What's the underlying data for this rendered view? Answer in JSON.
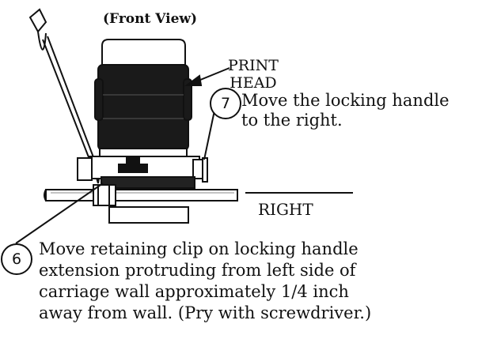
{
  "view_label": "(Front View)",
  "print_head_label": "PRINT\nHEAD",
  "print_head_line1": "PRINT",
  "print_head_line2": "HEAD",
  "step7": {
    "number": "7",
    "text_line1": "Move the locking handle",
    "text_line2": "to the right."
  },
  "direction_label": "RIGHT",
  "step6": {
    "number": "6",
    "text_line1": "Move retaining clip on locking handle",
    "text_line2": "extension protruding from left side of",
    "text_line3": "carriage wall approximately 1/4 inch",
    "text_line4": "away from wall. (Pry with screwdriver.)"
  },
  "icons": [
    "screwdriver-icon",
    "print-head-icon"
  ]
}
